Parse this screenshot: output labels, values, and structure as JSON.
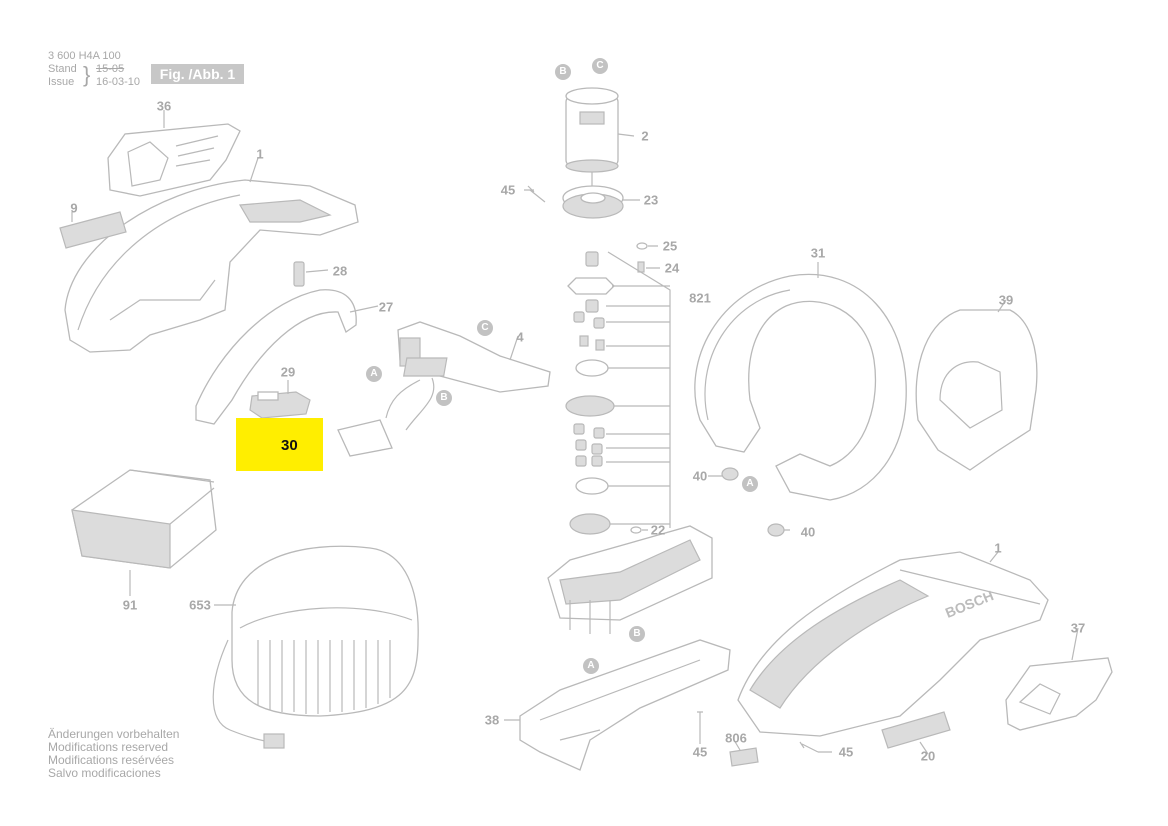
{
  "header": {
    "part_number": "3 600 H4A 100",
    "stand_label": "Stand",
    "issue_label": "Issue",
    "stand_date": "15-05",
    "issue_date": "16-03-10",
    "fig_label": "Fig. /Abb. 1"
  },
  "notes": [
    "Änderungen vorbehalten",
    "Modifications reserved",
    "Modifications resérvées",
    "Salvo modificaciones"
  ],
  "parts": {
    "p36": "36",
    "p1a": "1",
    "p9": "9",
    "p28": "28",
    "p27": "27",
    "p29": "29",
    "p30": "30",
    "p91": "91",
    "p653": "653",
    "p2": "2",
    "p45a": "45",
    "p23": "23",
    "p25": "25",
    "p24": "24",
    "p821": "821",
    "p4": "4",
    "p22": "22",
    "p31": "31",
    "p39": "39",
    "p40a": "40",
    "p40b": "40",
    "p1b": "1",
    "p37": "37",
    "p38": "38",
    "p45b": "45",
    "p806": "806",
    "p45c": "45",
    "p20": "20"
  },
  "markers": {
    "b1": "B",
    "c1": "C",
    "c2": "C",
    "a1": "A",
    "b2": "B",
    "b3": "B",
    "a2": "A",
    "a3": "A"
  },
  "highlight": {
    "part": "30",
    "color": "#ffee00"
  },
  "bosch_text": "BOSCH"
}
